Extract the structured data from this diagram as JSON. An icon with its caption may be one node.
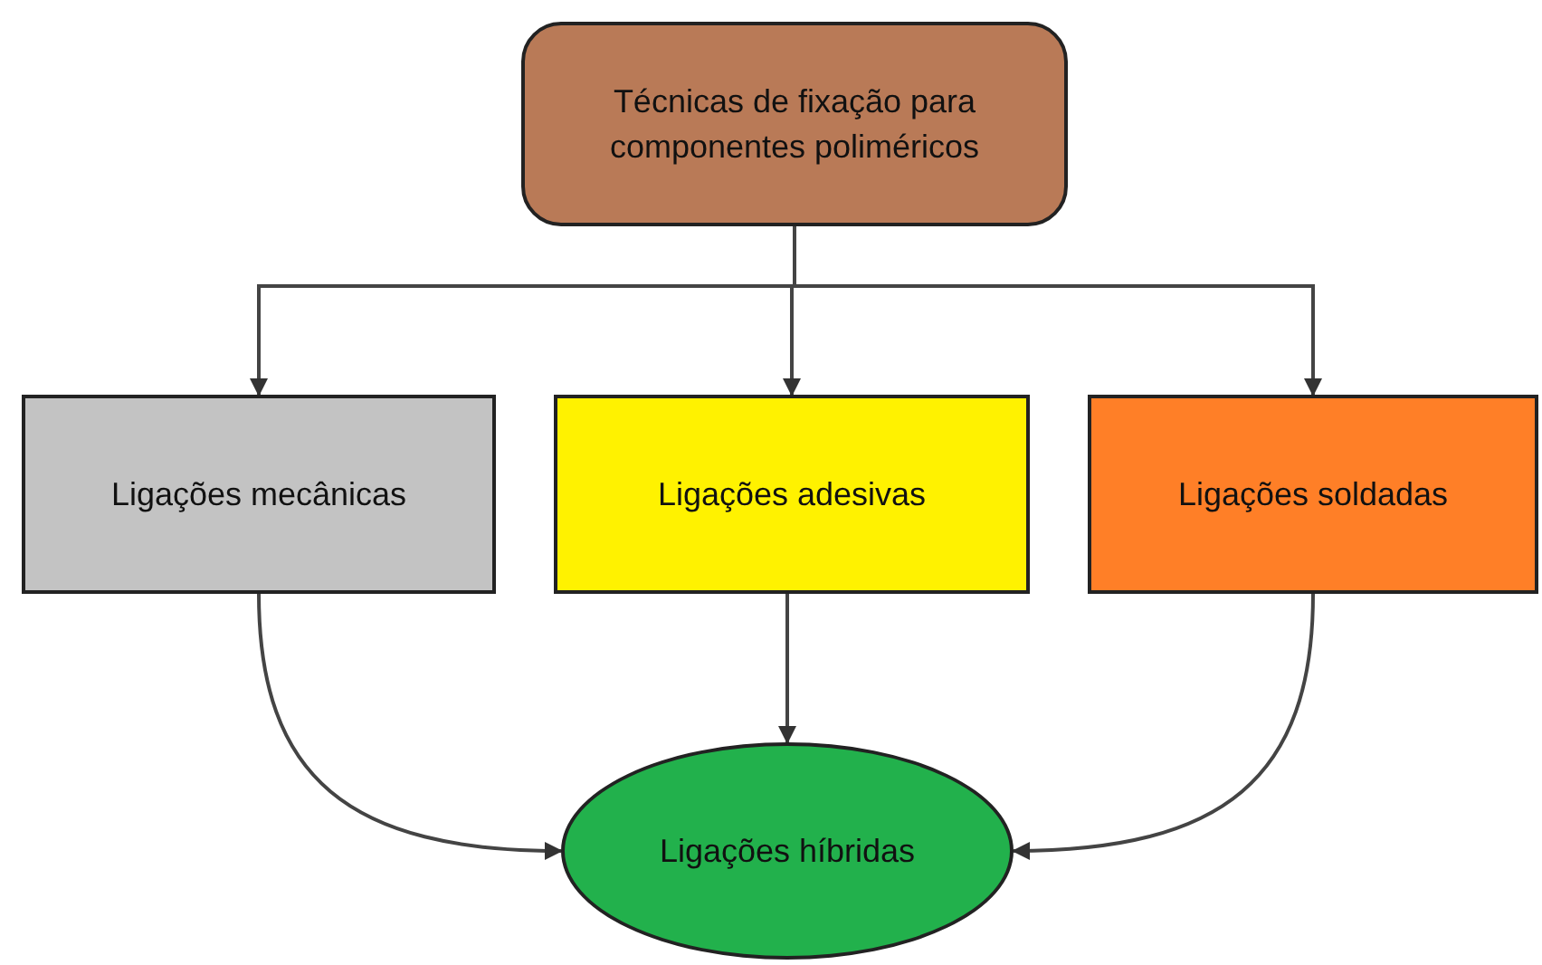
{
  "diagram": {
    "nodes": [
      {
        "text": [
          "Técnicas de fixação para componentes poliméricos"
        ]
      },
      {
        "text": [
          "Ligações mecânicas"
        ]
      },
      {
        "text": [
          "Ligações adesivas"
        ]
      },
      {
        "text": [
          "Ligações soldadas"
        ]
      },
      {
        "text": [
          "Ligações híbridas"
        ]
      }
    ],
    "edges": [
      {
        "from": 0,
        "to": 1,
        "arrow": "to"
      },
      {
        "from": 0,
        "to": 2,
        "arrow": "to"
      },
      {
        "from": 0,
        "to": 3,
        "arrow": "to"
      },
      {
        "from": 1,
        "to": 4,
        "arrow": "to"
      },
      {
        "from": 2,
        "to": 4,
        "arrow": "to"
      },
      {
        "from": 3,
        "to": 4,
        "arrow": "to"
      }
    ]
  }
}
